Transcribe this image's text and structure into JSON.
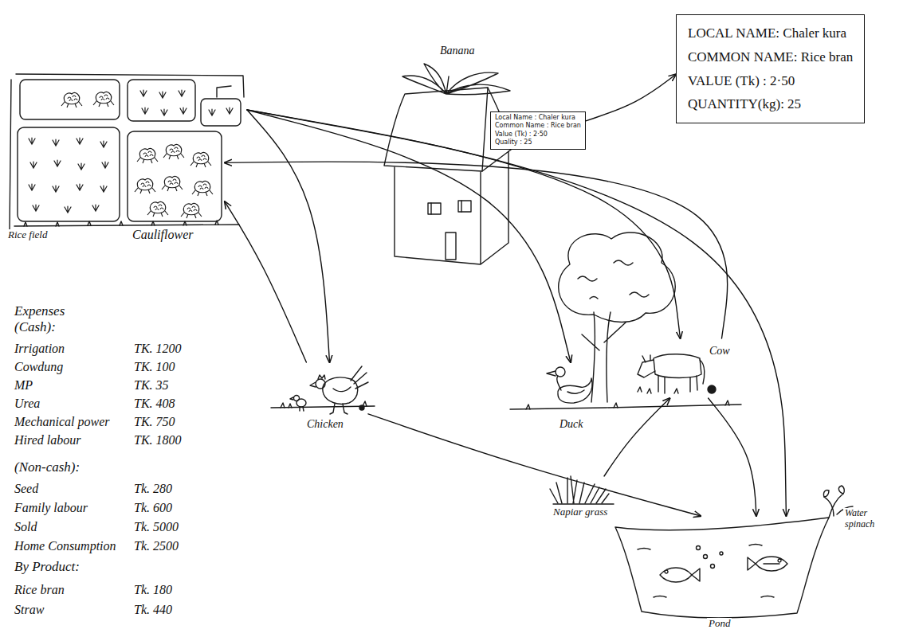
{
  "diagram": {
    "nodes": [
      {
        "text": [
          "Rice field"
        ]
      },
      {
        "text": [
          "Cauliflower"
        ],
        "in": 0
      },
      {
        "text": [
          "Local Name : Chaler kura",
          "Common Name : Rice bran",
          "Value (Tk) : 2·50",
          "Quality : 25"
        ]
      },
      {
        "text": [
          "LOCAL NAME: Chaler kura",
          "COMMON NAME: Rice bran",
          "VALUE (Tk) : 2·50",
          "QUANTITY(kg): 25"
        ]
      },
      {
        "text": [
          "Chicken"
        ]
      },
      {
        "text": [
          "Duck"
        ]
      },
      {
        "text": [
          "Cow"
        ]
      },
      {
        "text": [
          "Napiar grass"
        ]
      },
      {
        "text": [
          "Pond"
        ]
      },
      {
        "text": [
          "Water spinach"
        ]
      }
    ],
    "edges": [
      {
        "from": 0,
        "to": 4,
        "arrow": "to"
      },
      {
        "from": 0,
        "to": 5,
        "arrow": "to"
      },
      {
        "from": 0,
        "to": 6,
        "arrow": "to"
      },
      {
        "from": 0,
        "to": 8,
        "arrow": "to"
      },
      {
        "from": 6,
        "to": 1,
        "arrow": "to"
      },
      {
        "from": 4,
        "to": 1,
        "arrow": "to"
      },
      {
        "from": 4,
        "to": 8,
        "arrow": "to"
      },
      {
        "from": 6,
        "to": 8,
        "arrow": "to"
      },
      {
        "from": 7,
        "to": 6,
        "arrow": "to"
      },
      {
        "from": 2,
        "to": 3,
        "arrow": "to"
      }
    ],
    "labels": [
      "Banana",
      "Expenses (Cash):",
      "Irrigation",
      "TK. 1200",
      "Cowdung",
      "TK. 100",
      "MP",
      "TK. 35",
      "Urea",
      "TK. 408",
      "Mechanical power",
      "TK. 750",
      "Hired labour",
      "TK. 1800",
      "(Non-cash):",
      "Seed",
      "Tk. 280",
      "Family labour",
      "Tk. 600",
      "Sold",
      "Tk. 5000",
      "Home Consumption",
      "Tk. 2500",
      "By Product:",
      "Rice bran",
      "Tk. 180",
      "Straw",
      "Tk. 440"
    ]
  }
}
